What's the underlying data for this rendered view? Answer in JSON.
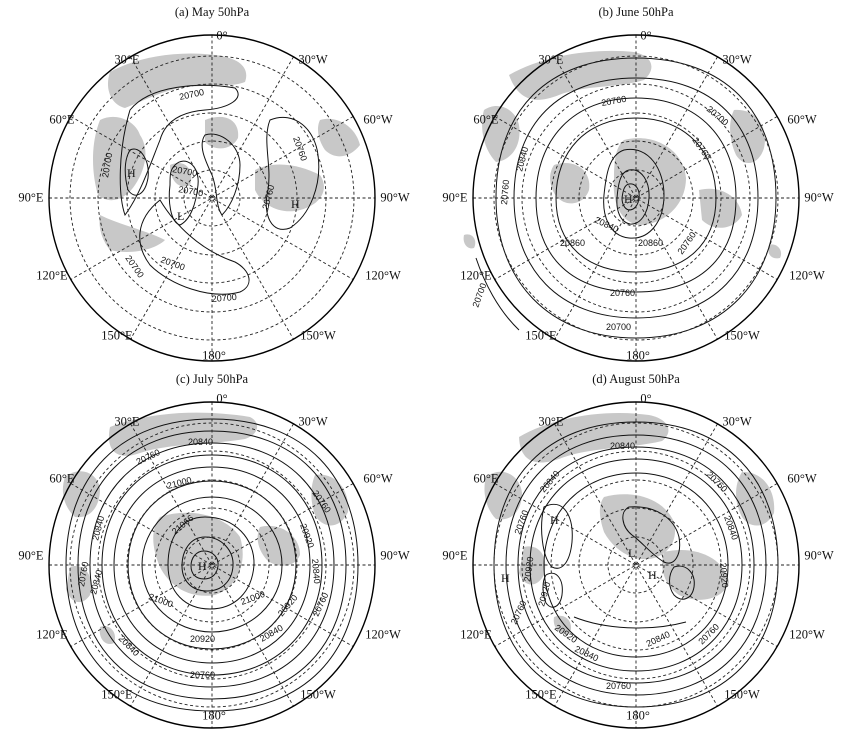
{
  "colors": {
    "land": "#c8c8c8",
    "contour": "#111111",
    "grid": "#222222",
    "frame": "#000000"
  },
  "longitude_labels": {
    "top": "0°",
    "bottom": "180°",
    "left": "90°E",
    "right": "90°W",
    "upper_left_1": "30°E",
    "upper_left_2": "60°E",
    "upper_right_1": "30°W",
    "upper_right_2": "60°W",
    "lower_left_1": "120°E",
    "lower_left_2": "150°E",
    "lower_right_1": "120°W",
    "lower_right_2": "150°W"
  },
  "panels": [
    {
      "title": "(a)  May 50hPa",
      "contour_labels": [
        "20700",
        "20700",
        "20700",
        "20700",
        "20700",
        "20700",
        "20700",
        "20760",
        "20760"
      ],
      "centers": [
        "H",
        "L",
        "H"
      ]
    },
    {
      "title": "(b) June 50hPa",
      "contour_labels": [
        "20760",
        "20700",
        "20760",
        "20840",
        "20760",
        "20840",
        "20860",
        "20860",
        "20760",
        "20760",
        "20700",
        "20700"
      ],
      "centers": [
        "H"
      ]
    },
    {
      "title": "(c)  July 50hPa",
      "contour_labels": [
        "20760",
        "20840",
        "21000",
        "20760",
        "20840",
        "21066",
        "20920",
        "20840",
        "20760",
        "20840",
        "21000",
        "21000",
        "20920",
        "20760",
        "20840",
        "20920",
        "20840",
        "20760"
      ],
      "centers": [
        "H"
      ]
    },
    {
      "title": "(d)  August 50hPa",
      "contour_labels": [
        "20840",
        "20760",
        "20840",
        "20760",
        "20840",
        "20920",
        "20920",
        "20920",
        "20760",
        "20920",
        "20840",
        "20840",
        "20760",
        "20760"
      ],
      "centers": [
        "H",
        "L",
        "H",
        "H"
      ]
    }
  ]
}
